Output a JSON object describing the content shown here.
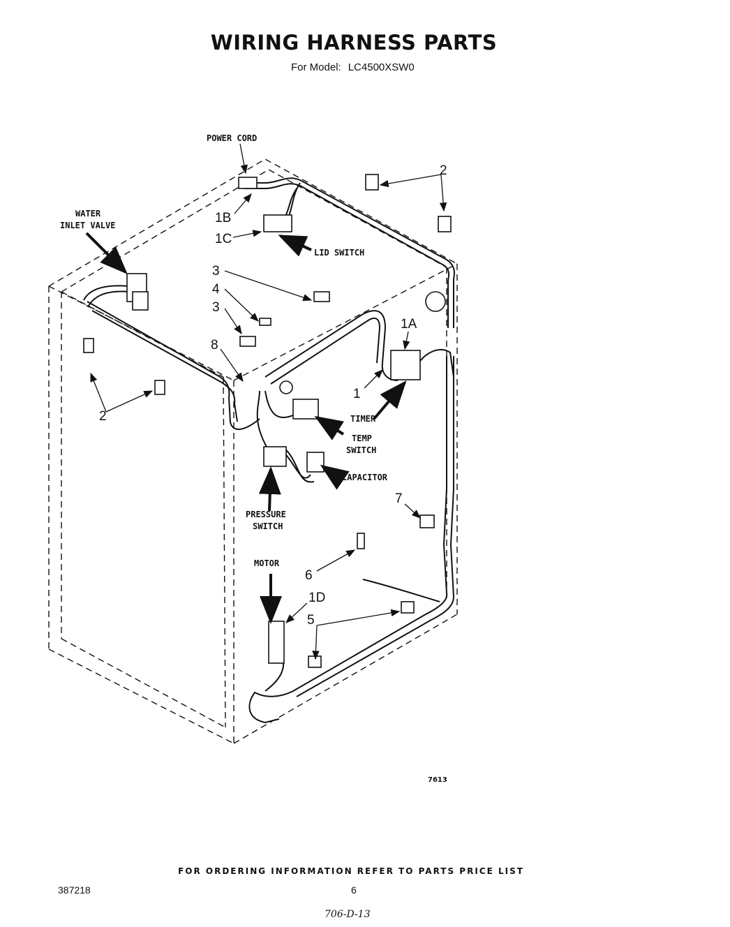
{
  "header": {
    "title": "WIRING HARNESS PARTS",
    "model_prefix": "For Model:",
    "model": "LC4500XSW0"
  },
  "labels": {
    "power_cord": "POWER CORD",
    "water_line1": "WATER",
    "water_line2": "INLET VALVE",
    "lid_switch": "LID SWITCH",
    "timer": "TIMER",
    "temp_line1": "TEMP",
    "temp_line2": "SWITCH",
    "capacitor": "CAPACITOR",
    "pressure_line1": "PRESSURE",
    "pressure_line2": "SWITCH",
    "motor": "MOTOR"
  },
  "callouts": {
    "c2_top": "2",
    "c1b": "1B",
    "c1c": "1C",
    "c3_a": "3",
    "c4": "4",
    "c3_b": "3",
    "c8": "8",
    "c1a": "1A",
    "c1": "1",
    "c2_left": "2",
    "c7": "7",
    "c6": "6",
    "c1d": "1D",
    "c5": "5"
  },
  "footer": {
    "drawing_number": "7613",
    "ordering_info": "FOR ORDERING INFORMATION REFER TO PARTS PRICE LIST",
    "part_number": "387218",
    "page_number": "6",
    "handwritten": "706-D-13"
  }
}
